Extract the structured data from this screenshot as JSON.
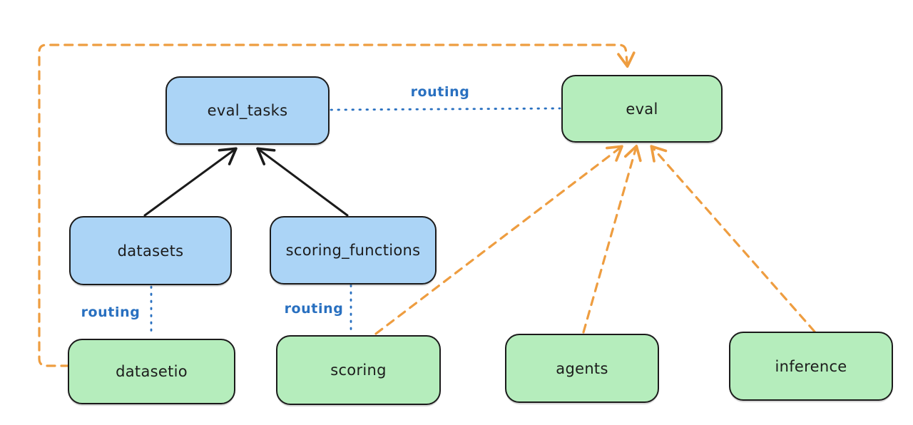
{
  "colors": {
    "blue_fill": "#abd4f6",
    "green_fill": "#b5edbc",
    "stroke": "#1b1b1b",
    "routing_blue": "#2970c0",
    "orange": "#ee9d40"
  },
  "nodes": {
    "eval_tasks": {
      "label": "eval_tasks",
      "kind": "registry"
    },
    "eval": {
      "label": "eval",
      "kind": "api"
    },
    "datasets": {
      "label": "datasets",
      "kind": "registry"
    },
    "scoring_functions": {
      "label": "scoring_functions",
      "kind": "registry"
    },
    "datasetio": {
      "label": "datasetio",
      "kind": "api"
    },
    "scoring": {
      "label": "scoring",
      "kind": "api"
    },
    "agents": {
      "label": "agents",
      "kind": "api"
    },
    "inference": {
      "label": "inference",
      "kind": "api"
    }
  },
  "edge_labels": {
    "routing_top": "routing",
    "routing_left": "routing",
    "routing_mid": "routing"
  },
  "edges": [
    {
      "from": "datasets",
      "to": "eval_tasks",
      "style": "solid_black_arrow"
    },
    {
      "from": "scoring_functions",
      "to": "eval_tasks",
      "style": "solid_black_arrow"
    },
    {
      "from": "eval_tasks",
      "to": "eval",
      "style": "dotted_blue",
      "label": "routing"
    },
    {
      "from": "datasets",
      "to": "datasetio",
      "style": "dotted_blue",
      "label": "routing"
    },
    {
      "from": "scoring_functions",
      "to": "scoring",
      "style": "dotted_blue",
      "label": "routing"
    },
    {
      "from": "datasetio",
      "to": "eval",
      "style": "dashed_orange_arrow"
    },
    {
      "from": "scoring",
      "to": "eval",
      "style": "dashed_orange_arrow"
    },
    {
      "from": "agents",
      "to": "eval",
      "style": "dashed_orange_arrow"
    },
    {
      "from": "inference",
      "to": "eval",
      "style": "dashed_orange_arrow"
    }
  ]
}
